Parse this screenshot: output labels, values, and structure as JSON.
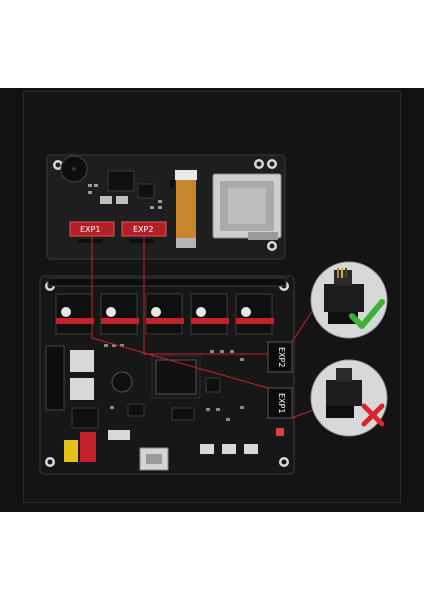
{
  "labels": {
    "lcd_exp1": "EXP1",
    "lcd_exp2": "EXP2",
    "board_exp2": "EXP2",
    "board_exp1": "EXP1"
  },
  "status": {
    "correct": "check-mark-icon",
    "wrong": "cross-mark-icon"
  },
  "colors": {
    "background": "#111111",
    "pcb": "#171717",
    "header_red": "#c4222a",
    "guide_line": "#c4222a",
    "check": "#3db035",
    "cross": "#d8262f",
    "flex_cable": "#c8862c"
  }
}
